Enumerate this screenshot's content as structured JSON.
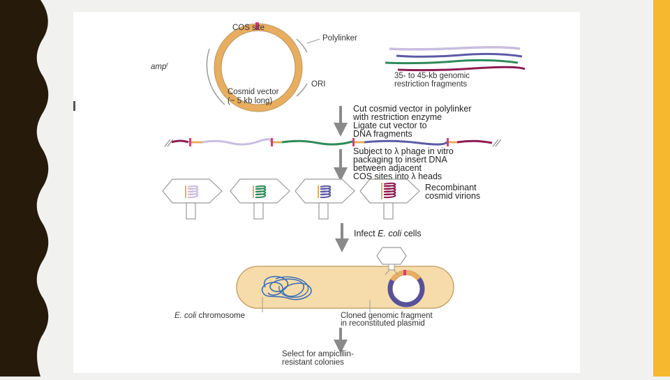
{
  "colors": {
    "background": "#f1f1f0",
    "left_band": "#261a0a",
    "right_band": "#f5b82e",
    "vector_ring": "#e8ad5e",
    "cos_site": "#d63d78",
    "fragment_lavender": "#c9bde0",
    "fragment_blue": "#5b5aa6",
    "fragment_green": "#2f8a5a",
    "fragment_maroon": "#8e1a52",
    "cell_fill": "#f6dcaa",
    "chromosome": "#3b6fb6",
    "plasmid_ring": "#58519a"
  },
  "vector": {
    "cos_label": "COS site",
    "polylinker_label": "Polylinker",
    "amp_label": "amp",
    "amp_superscript": "r",
    "ori_label": "ORI",
    "name_line1": "Cosmid vector",
    "name_line2": "(~ 5 kb long)"
  },
  "fragments": {
    "label_line1": "35- to 45-kb genomic",
    "label_line2": "restriction fragments"
  },
  "steps": {
    "cut_line1": "Cut cosmid vector in polylinker",
    "cut_line2": "with restriction enzyme",
    "cut_line3": "Ligate cut vector to",
    "cut_line4": "DNA fragments",
    "package_line1": "Subject to λ phage in vitro",
    "package_line2": "packaging to insert DNA",
    "package_line3": "between adjacent",
    "package_line4": "COS sites into λ heads",
    "virions_line1": "Recombinant",
    "virions_line2": "cosmid virions",
    "infect_prefix": "Infect",
    "infect_italic": "E. coli",
    "infect_suffix": "cells",
    "chromosome_italic": "E. coli",
    "chromosome_suffix": "chromosome",
    "cloned_line1": "Cloned genomic fragment",
    "cloned_line2": "in reconstituted plasmid",
    "select_line1": "Select for ampicillin-",
    "select_line2": "resistant colonies"
  }
}
